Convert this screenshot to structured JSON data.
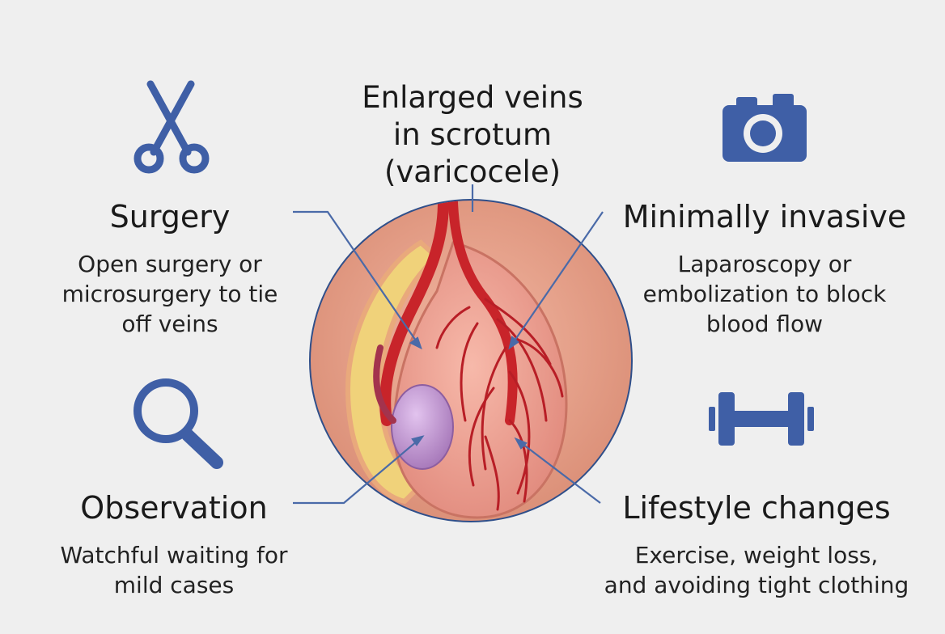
{
  "center_label": {
    "lines": [
      "Enlarged veins",
      "in scrotum",
      "(varicocele)"
    ]
  },
  "options": {
    "surgery": {
      "icon": "scissors-icon",
      "title": "Surgery",
      "description": [
        "Open surgery or",
        "microsurgery to tie",
        "off veins"
      ]
    },
    "minimally_invasive": {
      "icon": "camera-icon",
      "title": "Minimally invasive",
      "description": [
        "Laparoscopy or",
        "embolization to block",
        "blood flow"
      ]
    },
    "observation": {
      "icon": "magnifier-icon",
      "title": "Observation",
      "description": [
        "Watchful waiting for",
        "mild cases"
      ]
    },
    "lifestyle": {
      "icon": "dumbbell-icon",
      "title": "Lifestyle changes",
      "description": [
        "Exercise, weight loss,",
        "and avoiding tight clothing"
      ]
    }
  },
  "colors": {
    "background": "#efefef",
    "icon_blue": "#3f5fa6",
    "leader_line": "#4a6aa8",
    "vein_red": "#c8242a",
    "testis_purple": "#b98cc7",
    "skin": "#e8a48f",
    "fat_yellow": "#f0d27a"
  }
}
